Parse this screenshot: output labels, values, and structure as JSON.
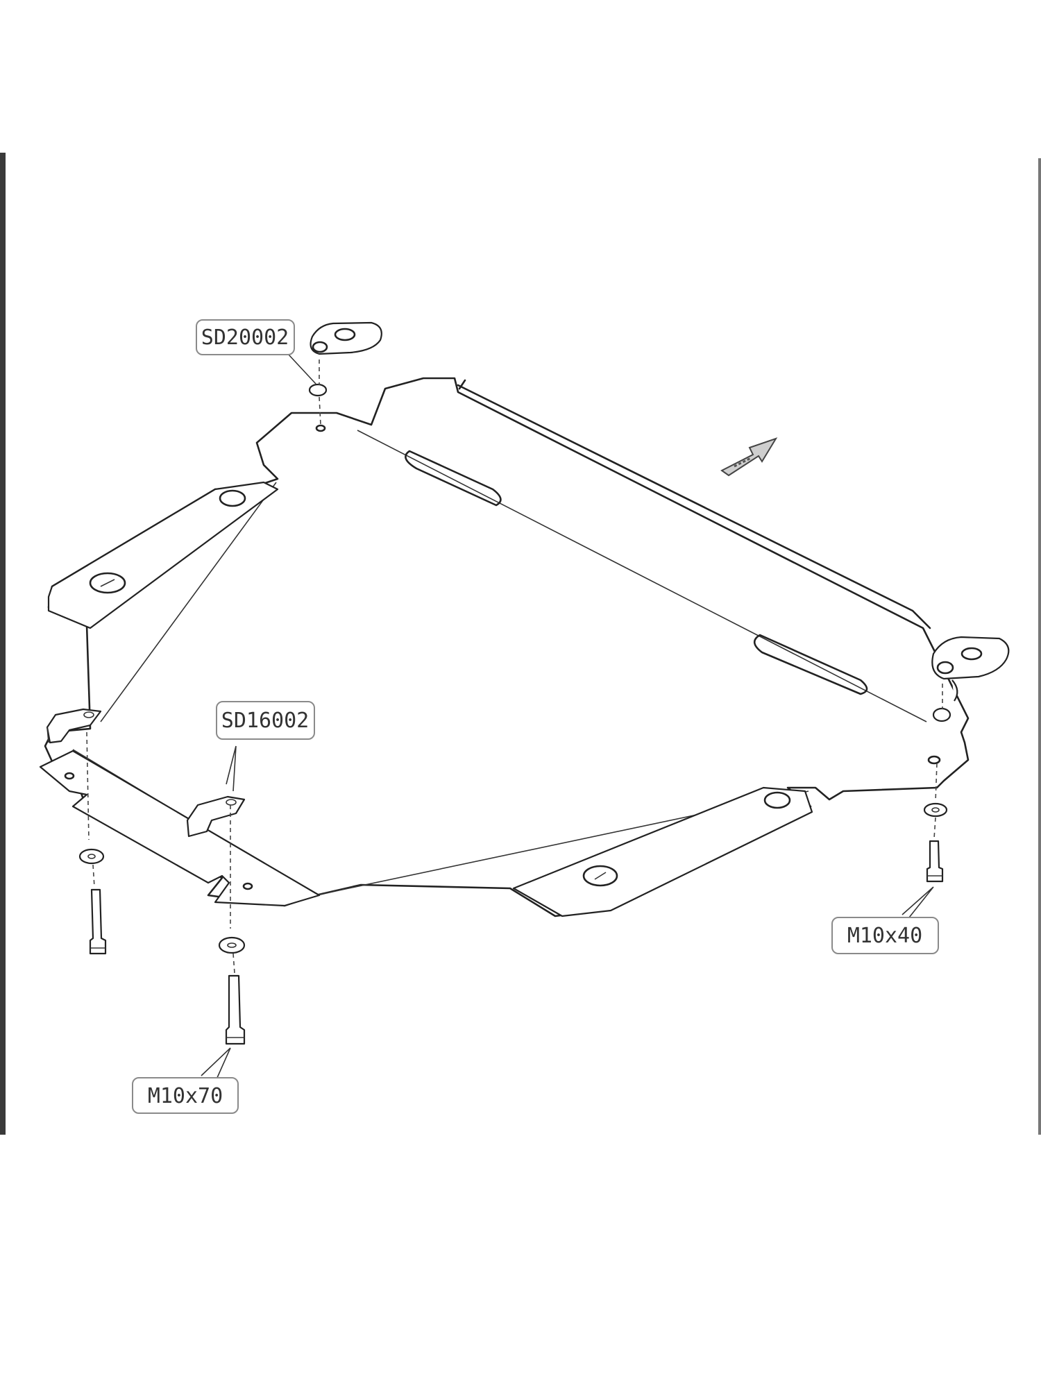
{
  "labels": {
    "bracket_plate": "SD20002",
    "l_bracket": "SD16002",
    "bolt_short": "M10x40",
    "bolt_long": "M10x70"
  },
  "colors": {
    "line": "#222222",
    "label_border": "#8a8a8a",
    "background": "#ffffff"
  },
  "icons": [
    "direction-arrow-icon"
  ]
}
